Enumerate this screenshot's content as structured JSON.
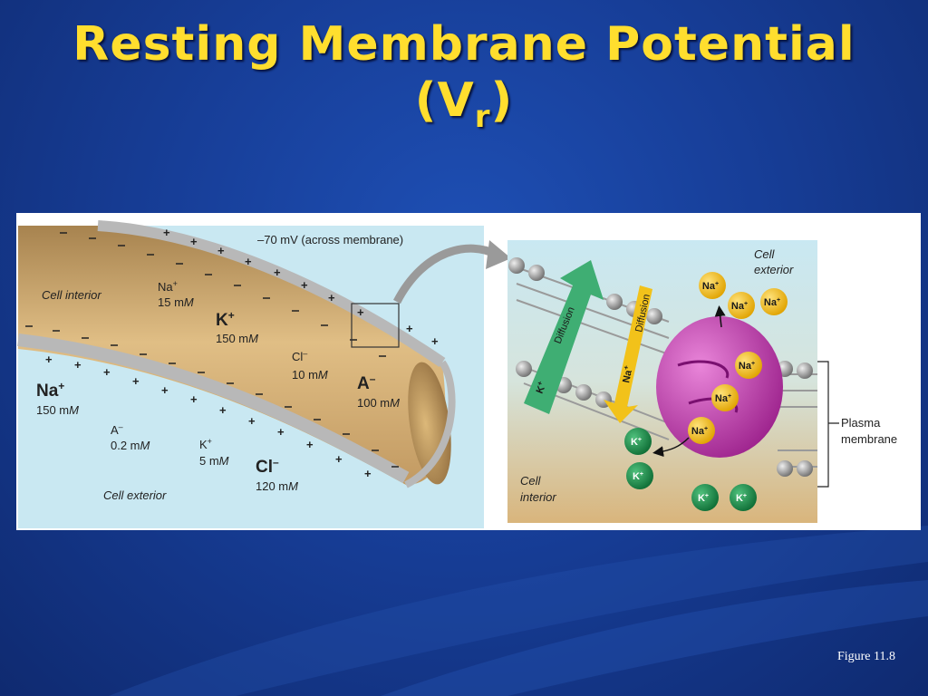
{
  "slide": {
    "title_line1": "Resting Membrane Potential",
    "title_line2_open": "(V",
    "title_line2_sub": "r",
    "title_line2_close": ")",
    "caption": "Figure 11.8"
  },
  "left_panel": {
    "voltage_label": "–70 mV (across membrane)",
    "cell_interior_label": "Cell interior",
    "cell_exterior_label": "Cell exterior",
    "interior_ions": [
      {
        "ion": "Na",
        "charge": "+",
        "conc": "15 m",
        "unit": "M"
      },
      {
        "ion": "K",
        "charge": "+",
        "conc": "150 m",
        "unit": "M"
      },
      {
        "ion": "Cl",
        "charge": "–",
        "conc": "10 m",
        "unit": "M"
      },
      {
        "ion": "A",
        "charge": "–",
        "conc": "100 m",
        "unit": "M"
      }
    ],
    "exterior_ions": [
      {
        "ion": "Na",
        "charge": "+",
        "conc": "150 m",
        "unit": "M"
      },
      {
        "ion": "A",
        "charge": "–",
        "conc": "0.2 m",
        "unit": "M"
      },
      {
        "ion": "K",
        "charge": "+",
        "conc": "5 m",
        "unit": "M"
      },
      {
        "ion": "Cl",
        "charge": "–",
        "conc": "120 m",
        "unit": "M"
      }
    ]
  },
  "right_panel": {
    "cell_exterior_line1": "Cell",
    "cell_exterior_line2": "exterior",
    "cell_interior_line1": "Cell",
    "cell_interior_line2": "interior",
    "plasma_membrane_line1": "Plasma",
    "plasma_membrane_line2": "membrane",
    "k_diffusion_label": "Diffusion",
    "k_diffusion_ion": "K",
    "na_diffusion_label": "Diffusion",
    "na_diffusion_ion": "Na",
    "ion_badge_na": "Na",
    "ion_badge_k": "K",
    "ion_charge": "+"
  },
  "colors": {
    "title": "#ffde2e",
    "interior_tan": "#d9b47a",
    "exterior_blue": "#c9e8f2",
    "pump_magenta": "#c23cb1",
    "na_yellow": "#f2b90f",
    "k_green": "#1f9a4f"
  }
}
